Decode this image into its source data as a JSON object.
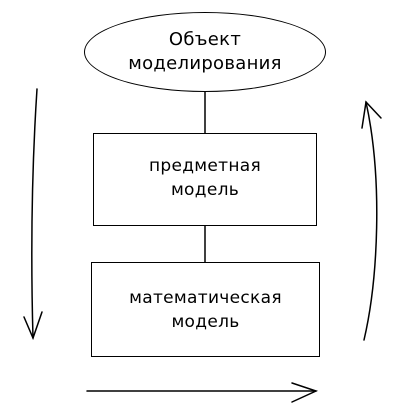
{
  "nodes": {
    "object": {
      "line1": "Объект",
      "line2": "моделирования"
    },
    "subject_model": {
      "line1": "предметная",
      "line2": "модель"
    },
    "math_model": {
      "line1": "математическая",
      "line2": "модель"
    }
  },
  "colors": {
    "stroke": "#000000",
    "background": "#ffffff"
  }
}
